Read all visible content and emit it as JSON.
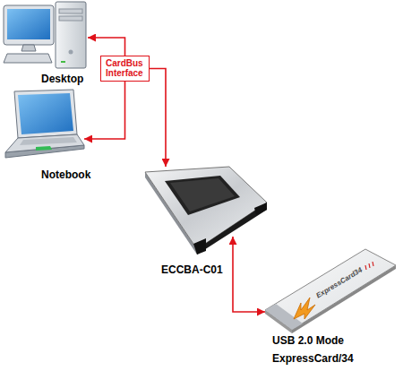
{
  "diagram": {
    "nodes": [
      {
        "text": [
          "Desktop"
        ]
      },
      {
        "text": [
          "Notebook"
        ]
      },
      {
        "text": [
          "CardBus Interface"
        ]
      },
      {
        "text": [
          "ECCBA-C01"
        ]
      },
      {
        "text": [
          "USB 2.0 Mode",
          "ExpressCard/34"
        ]
      }
    ],
    "edges": [
      {
        "from": 2,
        "to": 0,
        "arrow": "to"
      },
      {
        "from": 2,
        "to": 1,
        "arrow": "to"
      },
      {
        "from": 2,
        "to": 3,
        "arrow": "to"
      },
      {
        "from": 4,
        "to": 3,
        "arrow": "both"
      }
    ],
    "labels": [
      "ExpressCard34"
    ]
  }
}
